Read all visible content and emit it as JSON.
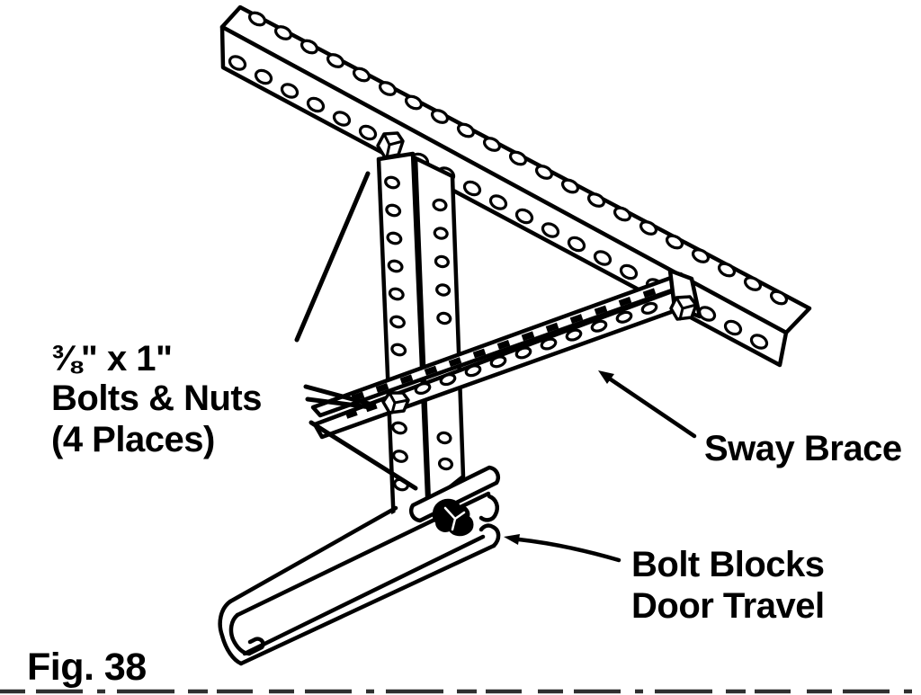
{
  "figure": {
    "caption": "Fig. 38",
    "labels": {
      "bolts": {
        "line1": "⅜\" x 1\"",
        "line2": "Bolts & Nuts",
        "line3": "(4 Places)"
      },
      "sway_brace": "Sway Brace",
      "bolt_blocks": {
        "line1": "Bolt Blocks",
        "line2": "Door Travel"
      }
    },
    "colors": {
      "ink": "#000000",
      "paper": "#ffffff"
    }
  }
}
